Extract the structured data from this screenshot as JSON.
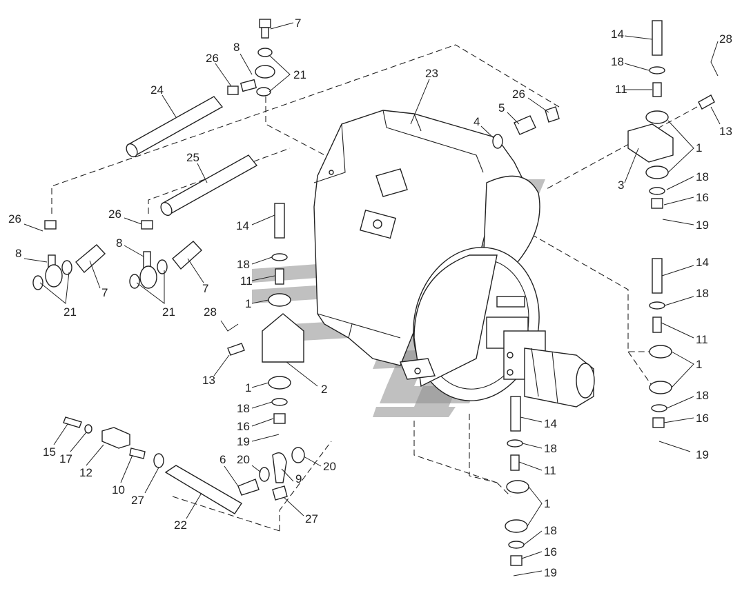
{
  "figure": {
    "watermark": "logo-stripes",
    "colors": {
      "line": "#222222",
      "watermark": "#8c8c8c",
      "background": "#ffffff"
    }
  },
  "callouts": [
    "7",
    "8",
    "26",
    "21",
    "24",
    "25",
    "26",
    "8",
    "21",
    "7",
    "26",
    "8",
    "21",
    "7",
    "23",
    "4",
    "5",
    "26",
    "14",
    "18",
    "11",
    "28",
    "13",
    "3",
    "1",
    "18",
    "16",
    "19",
    "14",
    "18",
    "11",
    "1",
    "28",
    "13",
    "2",
    "1",
    "18",
    "16",
    "19",
    "14",
    "18",
    "11",
    "1",
    "18",
    "16",
    "19",
    "14",
    "18",
    "11",
    "1",
    "18",
    "16",
    "19",
    "15",
    "17",
    "12",
    "10",
    "27",
    "22",
    "6",
    "20",
    "9",
    "20",
    "27"
  ]
}
